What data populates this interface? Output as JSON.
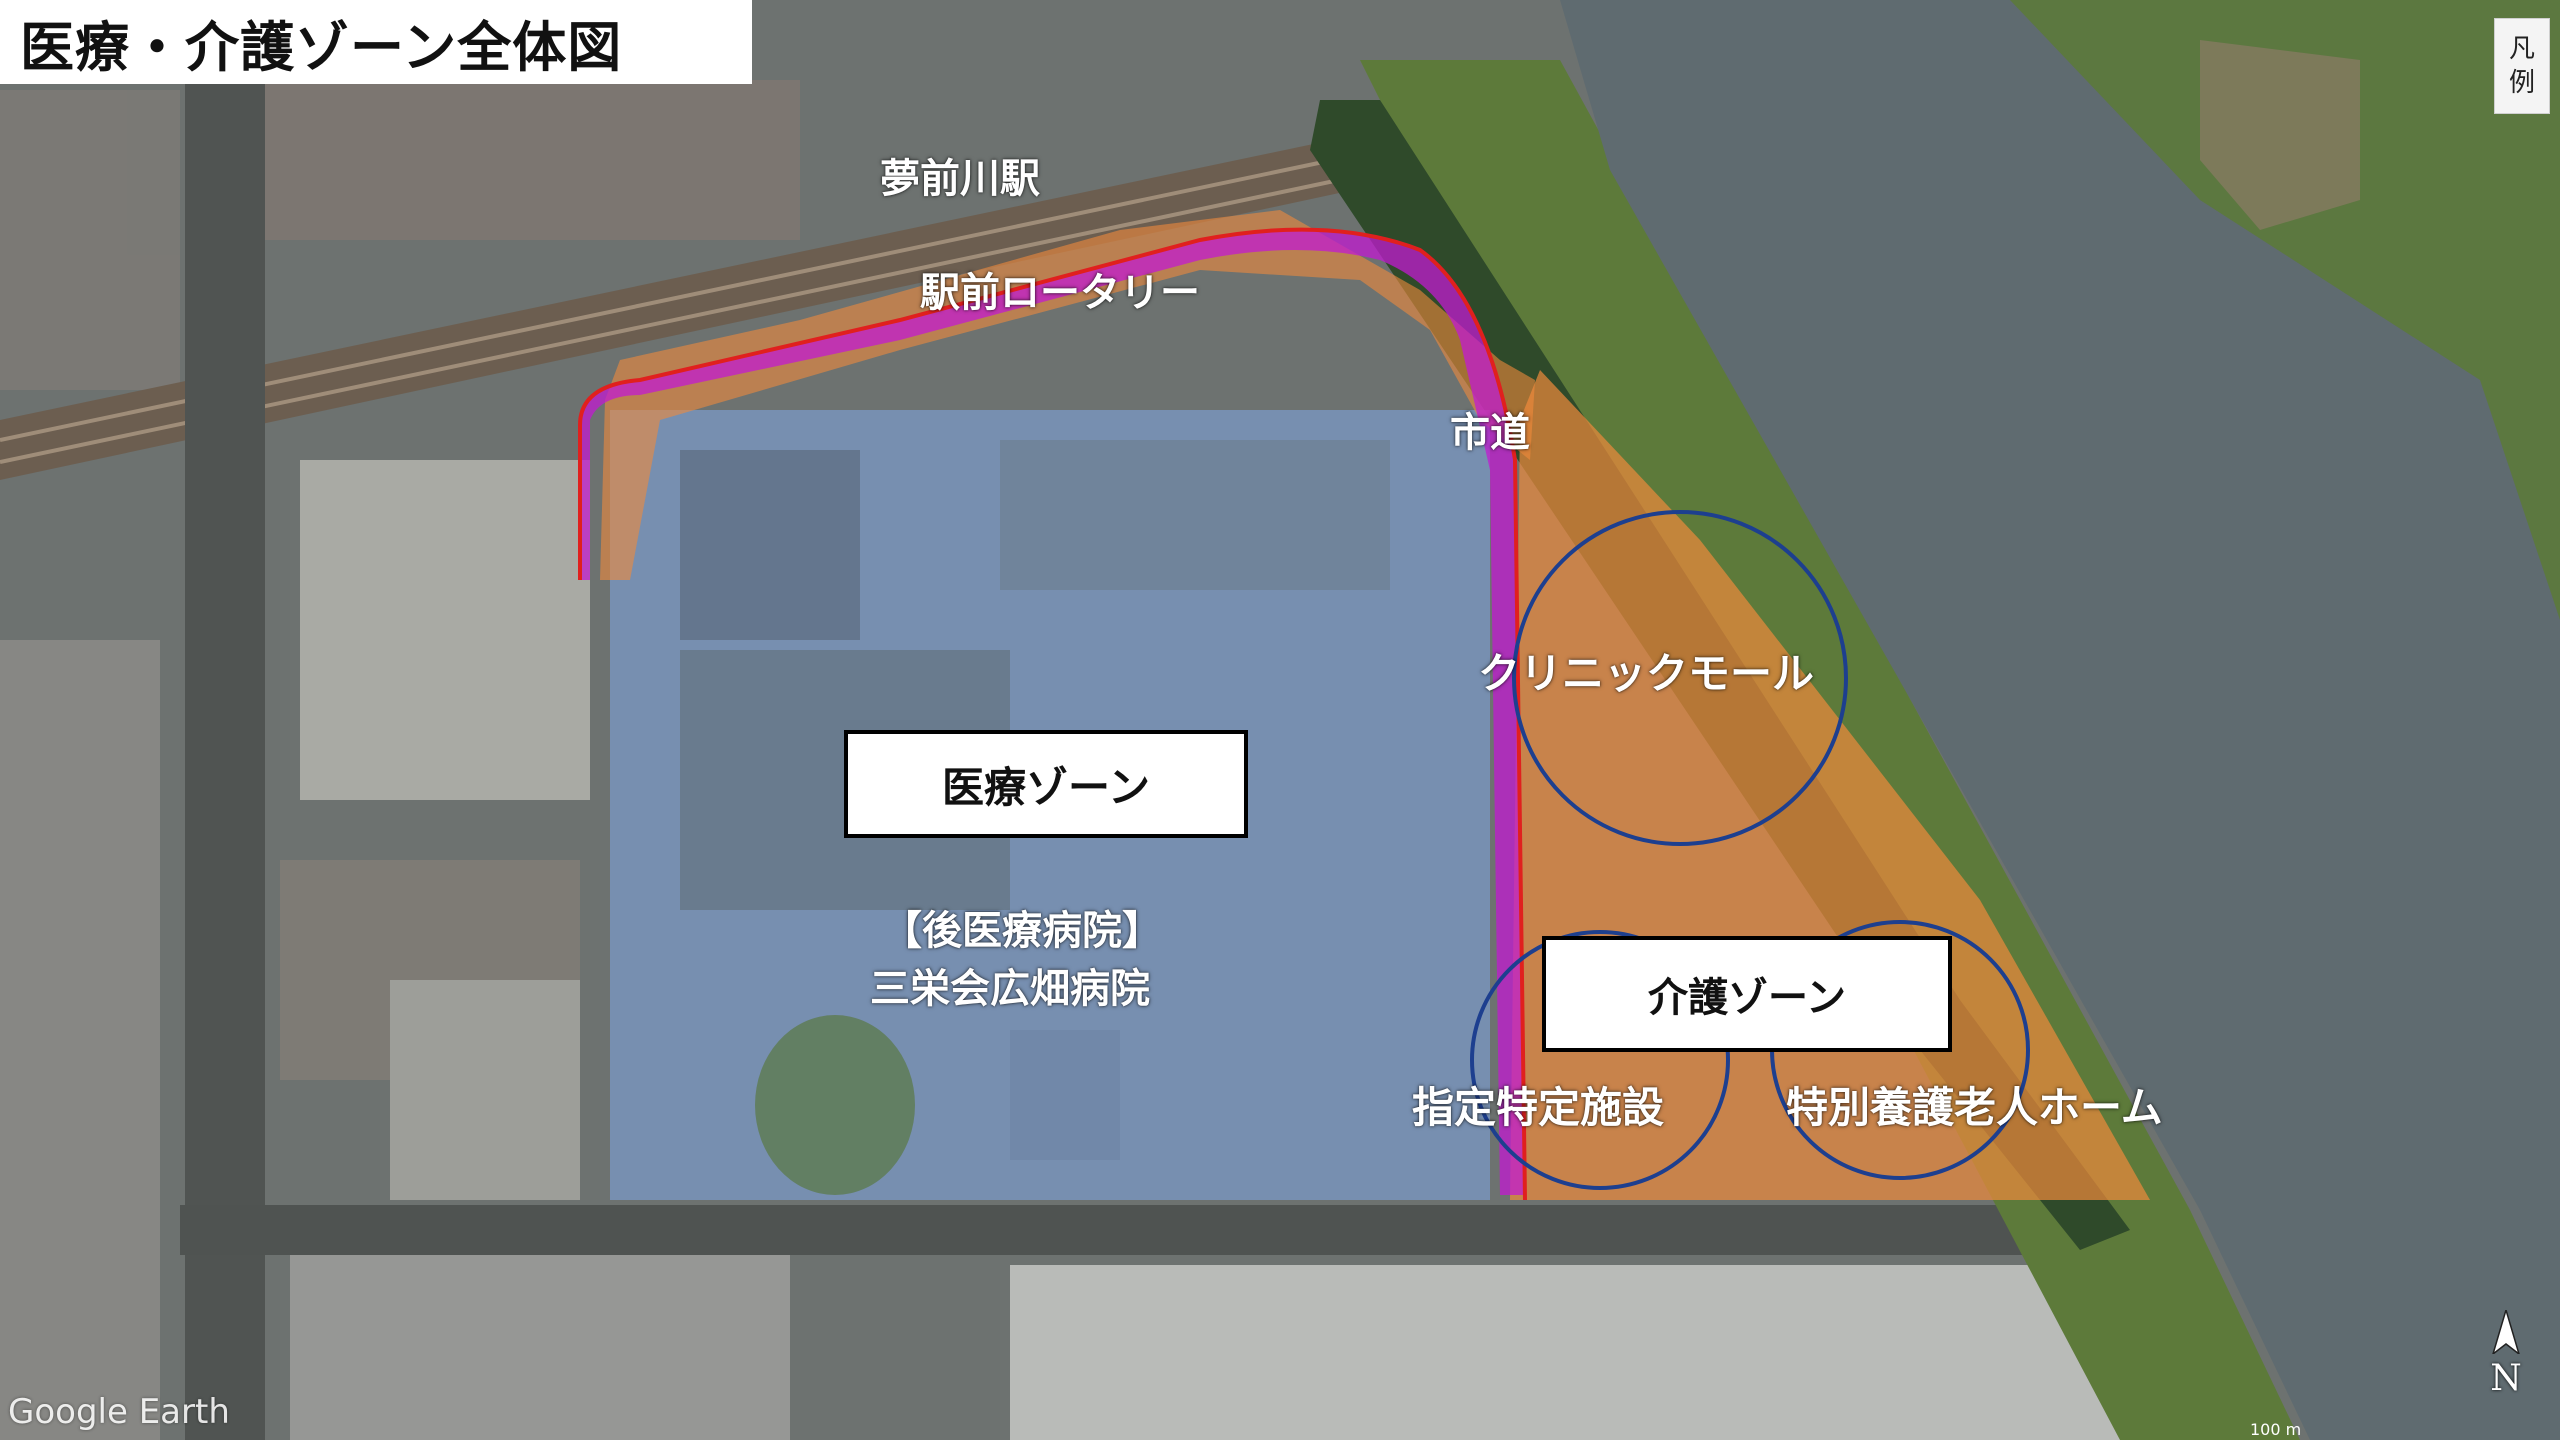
{
  "title": "医療・介護ゾーン全体図",
  "legend_button": {
    "line1": "凡",
    "line2": "例"
  },
  "labels": {
    "station": "夢前川駅",
    "rotary": "駅前ロータリー",
    "city_road": "市道",
    "clinic_mall": "クリニックモール",
    "hospital_line1": "【後医療病院】",
    "hospital_line2": "三栄会広畑病院",
    "designated_facility": "指定特定施設",
    "nursing_home": "特別養護老人ホーム"
  },
  "zones": {
    "medical": "医療ゾーン",
    "care": "介護ゾーン"
  },
  "attribution": "Google Earth",
  "scale_label": "100 m",
  "north_label": "N",
  "colors": {
    "medical_zone_fill": "#7fa8e6",
    "care_zone_fill": "#f08a3c",
    "road_highlight": "#c21bd0",
    "road_outline": "#e0201e",
    "circle_outline": "#1d3f8f",
    "river": "#5f6b70"
  },
  "icons": {
    "north": "north-arrow-icon"
  }
}
